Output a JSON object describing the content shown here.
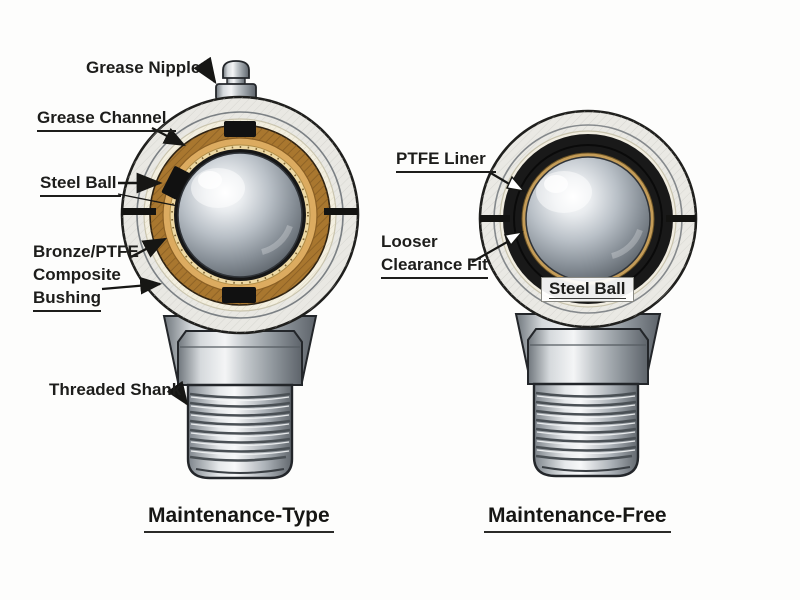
{
  "diagram": {
    "left_bearing": {
      "caption": "Maintenance-Type",
      "labels": {
        "grease_nipple": "Grease Nipple",
        "grease_channel": "Grease Channel",
        "steel_ball": "Steel Ball",
        "bushing_line1": "Bronze/PTFE",
        "bushing_line2": "Composite",
        "bushing_line3": "Bushing",
        "threaded_shank": "Threaded Shank"
      }
    },
    "right_bearing": {
      "caption": "Maintenance-Free",
      "labels": {
        "ptfe_liner": "PTFE Liner",
        "looser_line1": "Looser",
        "looser_line2": "Clearance Fit",
        "steel_ball": "Steel Ball"
      }
    },
    "colors": {
      "background": "#fdfdfc",
      "text": "#1d1d1b",
      "housing_ring": "#e9e8e3",
      "cream_section": "#f3efe0",
      "bronze_ring": "#a9772f",
      "gold_ring": "#dcab60",
      "pale_gold_ring": "#eed9a4",
      "ptfe_black": "#191919",
      "steel_highlight": "#f5f6f7",
      "steel_shadow": "#565c63"
    }
  }
}
